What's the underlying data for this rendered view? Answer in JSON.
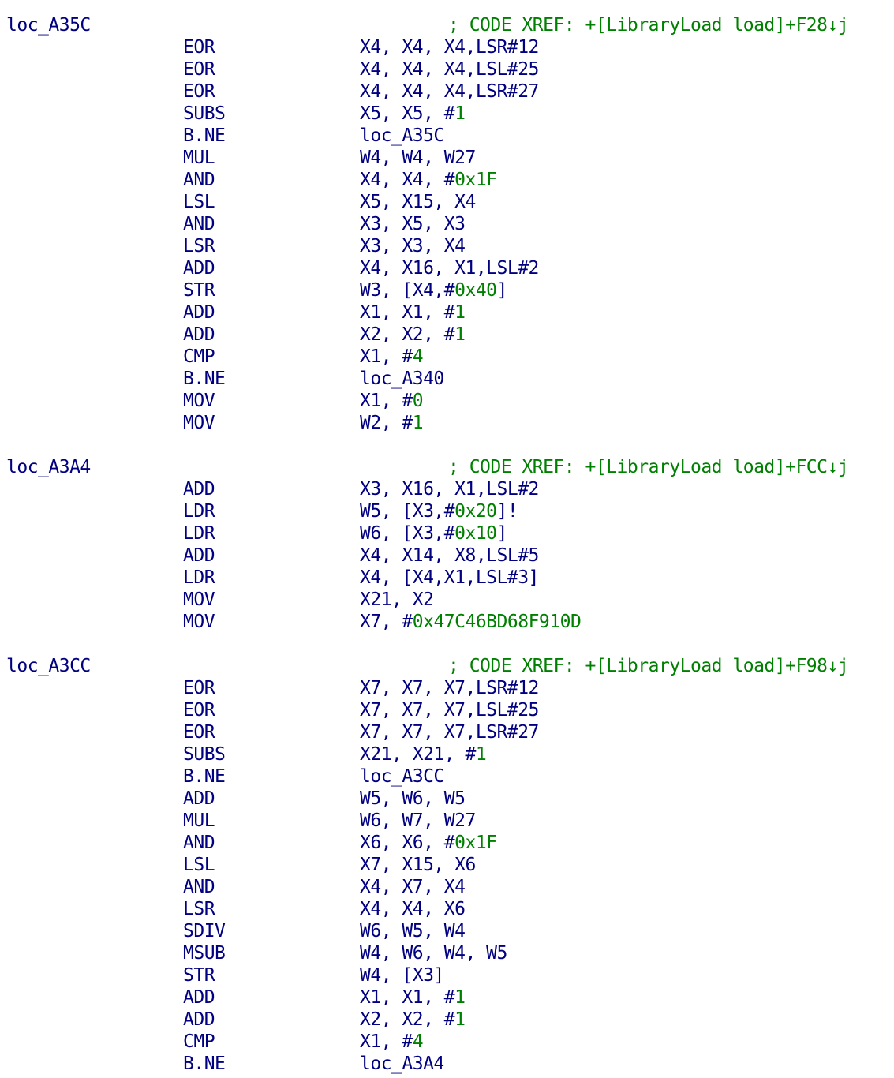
{
  "colors": {
    "text": "#000080",
    "immediate": "#008000",
    "comment": "#008000",
    "background": "#ffffff"
  },
  "lines": [
    {
      "type": "label",
      "label": "loc_A35C",
      "comment": "; CODE XREF: +[LibraryLoad load]+F28↓j"
    },
    {
      "type": "insn",
      "mn": "EOR",
      "ops": [
        {
          "t": "X4, X4, X4,LSR#12"
        }
      ]
    },
    {
      "type": "insn",
      "mn": "EOR",
      "ops": [
        {
          "t": "X4, X4, X4,LSL#25"
        }
      ]
    },
    {
      "type": "insn",
      "mn": "EOR",
      "ops": [
        {
          "t": "X4, X4, X4,LSR#27"
        }
      ]
    },
    {
      "type": "insn",
      "mn": "SUBS",
      "ops": [
        {
          "t": "X5, X5, #"
        },
        {
          "t": "1",
          "imm": true
        }
      ]
    },
    {
      "type": "insn",
      "mn": "B.NE",
      "ops": [
        {
          "t": "loc_A35C"
        }
      ]
    },
    {
      "type": "insn",
      "mn": "MUL",
      "ops": [
        {
          "t": "W4, W4, W27"
        }
      ]
    },
    {
      "type": "insn",
      "mn": "AND",
      "ops": [
        {
          "t": "X4, X4, #"
        },
        {
          "t": "0x1F",
          "imm": true
        }
      ]
    },
    {
      "type": "insn",
      "mn": "LSL",
      "ops": [
        {
          "t": "X5, X15, X4"
        }
      ]
    },
    {
      "type": "insn",
      "mn": "AND",
      "ops": [
        {
          "t": "X3, X5, X3"
        }
      ]
    },
    {
      "type": "insn",
      "mn": "LSR",
      "ops": [
        {
          "t": "X3, X3, X4"
        }
      ]
    },
    {
      "type": "insn",
      "mn": "ADD",
      "ops": [
        {
          "t": "X4, X16, X1,LSL#2"
        }
      ]
    },
    {
      "type": "insn",
      "mn": "STR",
      "ops": [
        {
          "t": "W3, [X4,#"
        },
        {
          "t": "0x40",
          "imm": true
        },
        {
          "t": "]"
        }
      ]
    },
    {
      "type": "insn",
      "mn": "ADD",
      "ops": [
        {
          "t": "X1, X1, #"
        },
        {
          "t": "1",
          "imm": true
        }
      ]
    },
    {
      "type": "insn",
      "mn": "ADD",
      "ops": [
        {
          "t": "X2, X2, #"
        },
        {
          "t": "1",
          "imm": true
        }
      ]
    },
    {
      "type": "insn",
      "mn": "CMP",
      "ops": [
        {
          "t": "X1, #"
        },
        {
          "t": "4",
          "imm": true
        }
      ]
    },
    {
      "type": "insn",
      "mn": "B.NE",
      "ops": [
        {
          "t": "loc_A340"
        }
      ]
    },
    {
      "type": "insn",
      "mn": "MOV",
      "ops": [
        {
          "t": "X1, #"
        },
        {
          "t": "0",
          "imm": true
        }
      ]
    },
    {
      "type": "insn",
      "mn": "MOV",
      "ops": [
        {
          "t": "W2, #"
        },
        {
          "t": "1",
          "imm": true
        }
      ]
    },
    {
      "type": "blank"
    },
    {
      "type": "label",
      "label": "loc_A3A4",
      "comment": "; CODE XREF: +[LibraryLoad load]+FCC↓j"
    },
    {
      "type": "insn",
      "mn": "ADD",
      "ops": [
        {
          "t": "X3, X16, X1,LSL#2"
        }
      ]
    },
    {
      "type": "insn",
      "mn": "LDR",
      "ops": [
        {
          "t": "W5, [X3,#"
        },
        {
          "t": "0x20",
          "imm": true
        },
        {
          "t": "]!"
        }
      ]
    },
    {
      "type": "insn",
      "mn": "LDR",
      "ops": [
        {
          "t": "W6, [X3,#"
        },
        {
          "t": "0x10",
          "imm": true
        },
        {
          "t": "]"
        }
      ]
    },
    {
      "type": "insn",
      "mn": "ADD",
      "ops": [
        {
          "t": "X4, X14, X8,LSL#5"
        }
      ]
    },
    {
      "type": "insn",
      "mn": "LDR",
      "ops": [
        {
          "t": "X4, [X4,X1,LSL#3]"
        }
      ]
    },
    {
      "type": "insn",
      "mn": "MOV",
      "ops": [
        {
          "t": "X21, X2"
        }
      ]
    },
    {
      "type": "insn",
      "mn": "MOV",
      "ops": [
        {
          "t": "X7, #"
        },
        {
          "t": "0x47C46BD68F910D",
          "imm": true
        }
      ]
    },
    {
      "type": "blank"
    },
    {
      "type": "label",
      "label": "loc_A3CC",
      "comment": "; CODE XREF: +[LibraryLoad load]+F98↓j"
    },
    {
      "type": "insn",
      "mn": "EOR",
      "ops": [
        {
          "t": "X7, X7, X7,LSR#12"
        }
      ]
    },
    {
      "type": "insn",
      "mn": "EOR",
      "ops": [
        {
          "t": "X7, X7, X7,LSL#25"
        }
      ]
    },
    {
      "type": "insn",
      "mn": "EOR",
      "ops": [
        {
          "t": "X7, X7, X7,LSR#27"
        }
      ]
    },
    {
      "type": "insn",
      "mn": "SUBS",
      "ops": [
        {
          "t": "X21, X21, #"
        },
        {
          "t": "1",
          "imm": true
        }
      ]
    },
    {
      "type": "insn",
      "mn": "B.NE",
      "ops": [
        {
          "t": "loc_A3CC"
        }
      ]
    },
    {
      "type": "insn",
      "mn": "ADD",
      "ops": [
        {
          "t": "W5, W6, W5"
        }
      ]
    },
    {
      "type": "insn",
      "mn": "MUL",
      "ops": [
        {
          "t": "W6, W7, W27"
        }
      ]
    },
    {
      "type": "insn",
      "mn": "AND",
      "ops": [
        {
          "t": "X6, X6, #"
        },
        {
          "t": "0x1F",
          "imm": true
        }
      ]
    },
    {
      "type": "insn",
      "mn": "LSL",
      "ops": [
        {
          "t": "X7, X15, X6"
        }
      ]
    },
    {
      "type": "insn",
      "mn": "AND",
      "ops": [
        {
          "t": "X4, X7, X4"
        }
      ]
    },
    {
      "type": "insn",
      "mn": "LSR",
      "ops": [
        {
          "t": "X4, X4, X6"
        }
      ]
    },
    {
      "type": "insn",
      "mn": "SDIV",
      "ops": [
        {
          "t": "W6, W5, W4"
        }
      ]
    },
    {
      "type": "insn",
      "mn": "MSUB",
      "ops": [
        {
          "t": "W4, W6, W4, W5"
        }
      ]
    },
    {
      "type": "insn",
      "mn": "STR",
      "ops": [
        {
          "t": "W4, [X3]"
        }
      ]
    },
    {
      "type": "insn",
      "mn": "ADD",
      "ops": [
        {
          "t": "X1, X1, #"
        },
        {
          "t": "1",
          "imm": true
        }
      ]
    },
    {
      "type": "insn",
      "mn": "ADD",
      "ops": [
        {
          "t": "X2, X2, #"
        },
        {
          "t": "1",
          "imm": true
        }
      ]
    },
    {
      "type": "insn",
      "mn": "CMP",
      "ops": [
        {
          "t": "X1, #"
        },
        {
          "t": "4",
          "imm": true
        }
      ]
    },
    {
      "type": "insn",
      "mn": "B.NE",
      "ops": [
        {
          "t": "loc_A3A4"
        }
      ]
    }
  ]
}
